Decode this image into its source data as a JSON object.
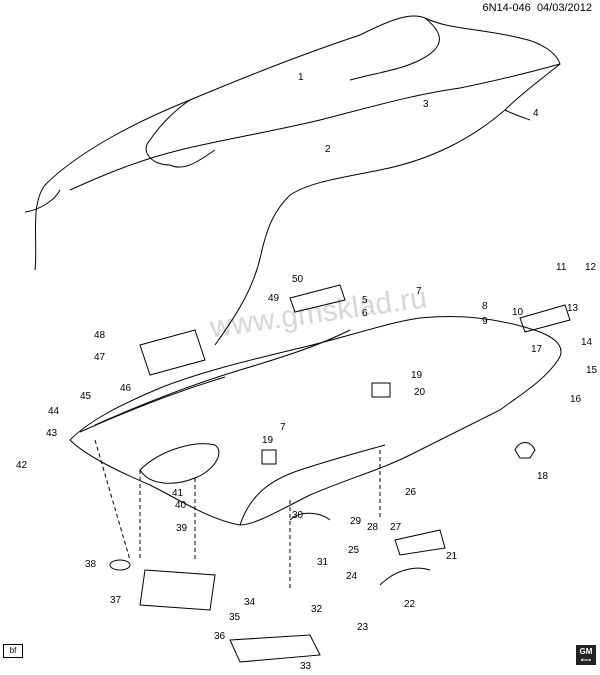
{
  "header": {
    "code": "6N14-046",
    "date": "04/03/2012"
  },
  "watermark": "www.gmsklad.ru",
  "corner_tag": "bf",
  "logo": {
    "text": "GM",
    "sub": "dieco"
  },
  "callouts": [
    "1",
    "2",
    "3",
    "4",
    "5",
    "6",
    "7",
    "7",
    "8",
    "9",
    "10",
    "11",
    "12",
    "13",
    "14",
    "15",
    "16",
    "17",
    "18",
    "19",
    "19",
    "20",
    "21",
    "22",
    "23",
    "24",
    "25",
    "26",
    "27",
    "28",
    "29",
    "30",
    "31",
    "32",
    "33",
    "34",
    "35",
    "36",
    "37",
    "38",
    "39",
    "40",
    "41",
    "42",
    "43",
    "44",
    "45",
    "46",
    "47",
    "48",
    "49",
    "50"
  ]
}
